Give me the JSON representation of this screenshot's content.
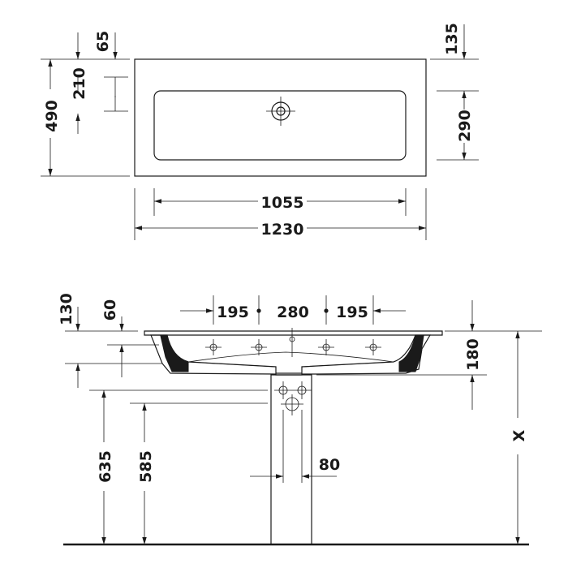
{
  "top_view": {
    "d_490": "490",
    "d_210": "210",
    "d_65": "65",
    "d_135": "135",
    "d_290": "290",
    "d_1055": "1055",
    "d_1230": "1230"
  },
  "front_view": {
    "d_130": "130",
    "d_60": "60",
    "d_195_left": "195",
    "d_280": "280",
    "d_195_right": "195",
    "d_180": "180",
    "d_635": "635",
    "d_585": "585",
    "d_80": "80",
    "d_x": "X"
  }
}
